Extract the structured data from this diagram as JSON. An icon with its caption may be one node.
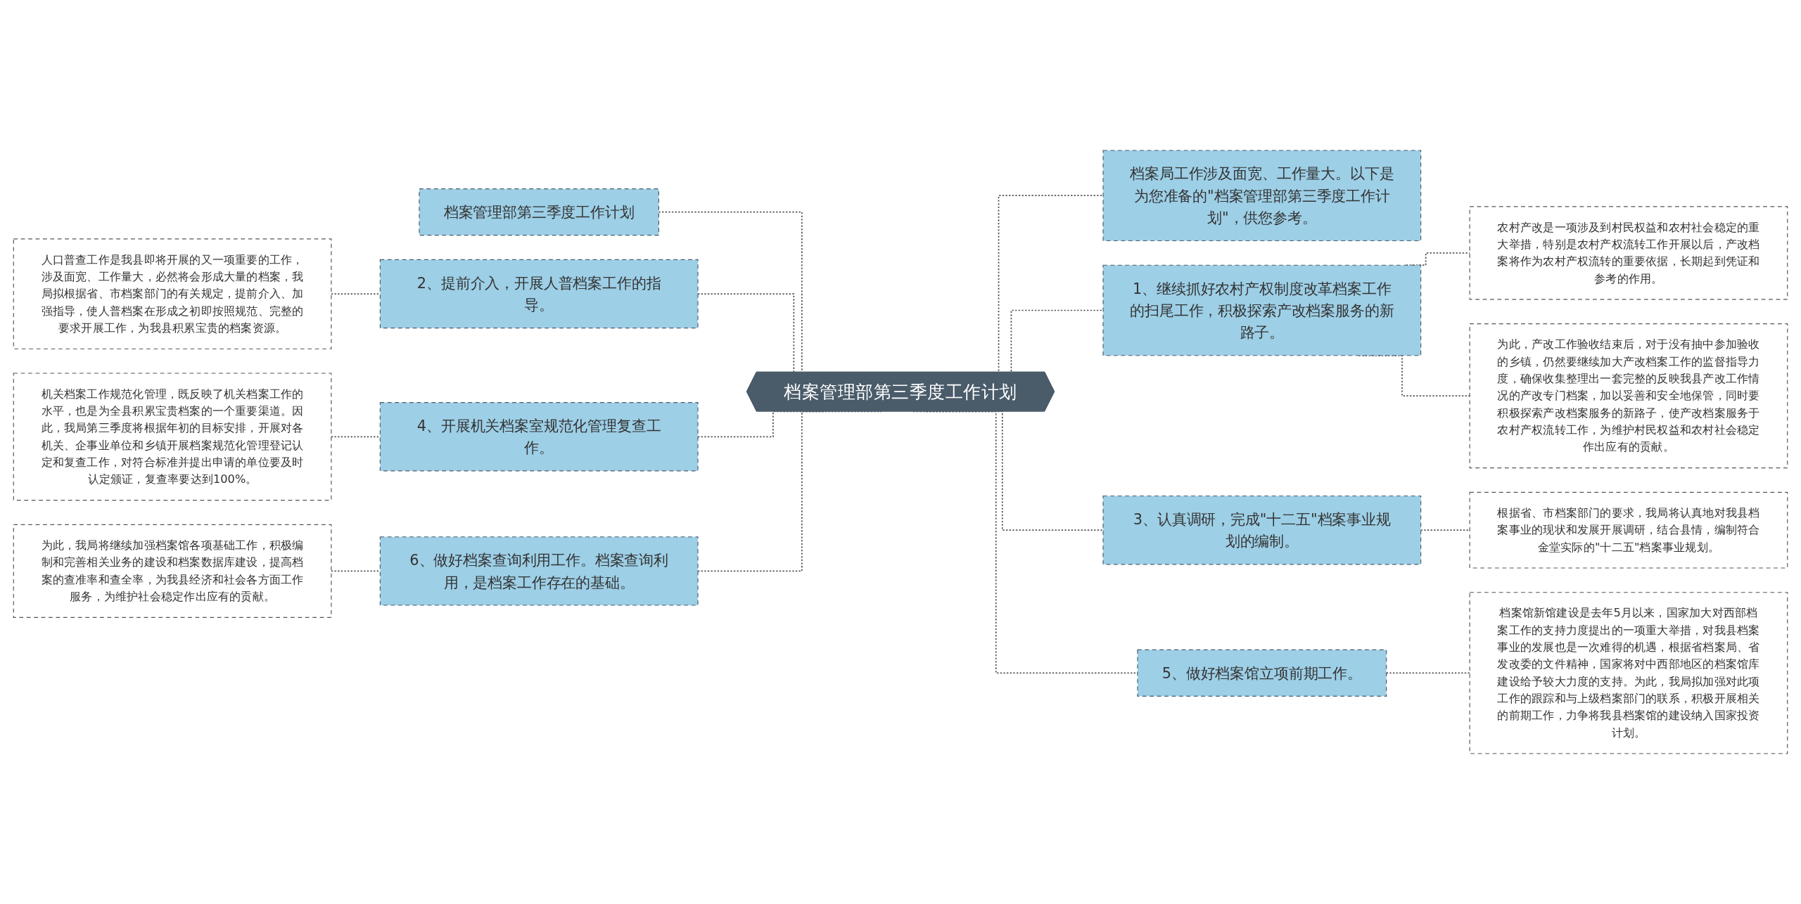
{
  "diagram": {
    "nodes": [
      {
        "text": [
          "档案管理部第三季度工作计划"
        ]
      },
      {
        "text": [
          "档案管理部第三季度工作计划"
        ]
      },
      {
        "text": [
          "2、提前介入，开展人普档案工作的指导。"
        ]
      },
      {
        "text": [
          "人口普查工作是我县即将开展的又一项重要的工作，涉及面宽、工作量大，必然将会形成大量的档案，我局拟根据省、市档案部门的有关规定，提前介入、加强指导，使人普档案在形成之初即按照规范、完整的要求开展工作，为我县积累宝贵的档案资源。"
        ]
      },
      {
        "text": [
          "4、开展机关档案室规范化管理复查工作。"
        ]
      },
      {
        "text": [
          "机关档案工作规范化管理，既反映了机关档案工作的水平，也是为全县积累宝贵档案的一个重要渠道。因此，我局第三季度将根据年初的目标安排，开展对各机关、企事业单位和乡镇开展档案规范化管理登记认定和复查工作，对符合标准并提出申请的单位要及时认定颁证，复查率要达到100%。"
        ]
      },
      {
        "text": [
          "6、做好档案查询利用工作。档案查询利用，是档案工作存在的基础。"
        ]
      },
      {
        "text": [
          "为此，我局将继续加强档案馆各项基础工作，积极编制和完善相关业务的建设和档案数据库建设，提高档案的查准率和查全率，为我县经济和社会各方面工作服务，为维护社会稳定作出应有的贡献。"
        ]
      },
      {
        "text": [
          "档案局工作涉及面宽、工作量大。以下是为您准备的\"档案管理部第三季度工作计划\"，供您参考。"
        ]
      },
      {
        "text": [
          "1、继续抓好农村产权制度改革档案工作的扫尾工作，积极探索产改档案服务的新路子。"
        ]
      },
      {
        "text": [
          "农村产改是一项涉及到村民权益和农村社会稳定的重大举措，特别是农村产权流转工作开展以后，产改档案将作为农村产权流转的重要依据，长期起到凭证和参考的作用。"
        ]
      },
      {
        "text": [
          "为此，产改工作验收结束后，对于没有抽中参加验收的乡镇，仍然要继续加大产改档案工作的监督指导力度，确保收集整理出一套完整的反映我县产改工作情况的产改专门档案，加以妥善和安全地保管，同时要积极探索产改档案服务的新路子，使产改档案服务于农村产权流转工作，为维护村民权益和农村社会稳定作出应有的贡献。"
        ]
      },
      {
        "text": [
          "3、认真调研，完成\"十二五\"档案事业规划的编制。"
        ]
      },
      {
        "text": [
          "根据省、市档案部门的要求，我局将认真地对我县档案事业的现状和发展开展调研，结合县情，编制符合金堂实际的\"十二五\"档案事业规划。"
        ]
      },
      {
        "text": [
          "5、做好档案馆立项前期工作。"
        ]
      },
      {
        "text": [
          "档案馆新馆建设是去年5月以来，国家加大对西部档案工作的支持力度提出的一项重大举措，对我县档案事业的发展也是一次难得的机遇，根据省档案局、省发改委的文件精神，国家将对中西部地区的档案馆库建设给予较大力度的支持。为此，我局拟加强对此项工作的跟踪和与上级档案部门的联系，积极开展相关的前期工作，力争将我县档案馆的建设纳入国家投资计划。"
        ]
      }
    ],
    "edges": [
      {
        "from": 1,
        "to": 0,
        "arrow": "none",
        "style": "dashed"
      },
      {
        "from": 2,
        "to": 0,
        "arrow": "none",
        "style": "dashed"
      },
      {
        "from": 3,
        "to": 2,
        "arrow": "none",
        "style": "dashed"
      },
      {
        "from": 4,
        "to": 0,
        "arrow": "none",
        "style": "dashed"
      },
      {
        "from": 5,
        "to": 4,
        "arrow": "none",
        "style": "dashed"
      },
      {
        "from": 6,
        "to": 0,
        "arrow": "none",
        "style": "dashed"
      },
      {
        "from": 7,
        "to": 6,
        "arrow": "none",
        "style": "dashed"
      },
      {
        "from": 0,
        "to": 8,
        "arrow": "none",
        "style": "dashed"
      },
      {
        "from": 0,
        "to": 9,
        "arrow": "none",
        "style": "dashed"
      },
      {
        "from": 9,
        "to": 10,
        "arrow": "none",
        "style": "dashed"
      },
      {
        "from": 9,
        "to": 11,
        "arrow": "none",
        "style": "dashed"
      },
      {
        "from": 0,
        "to": 12,
        "arrow": "none",
        "style": "dashed"
      },
      {
        "from": 12,
        "to": 13,
        "arrow": "none",
        "style": "dashed"
      },
      {
        "from": 0,
        "to": 14,
        "arrow": "none",
        "style": "dashed"
      },
      {
        "from": 14,
        "to": 15,
        "arrow": "none",
        "style": "dashed"
      }
    ]
  }
}
